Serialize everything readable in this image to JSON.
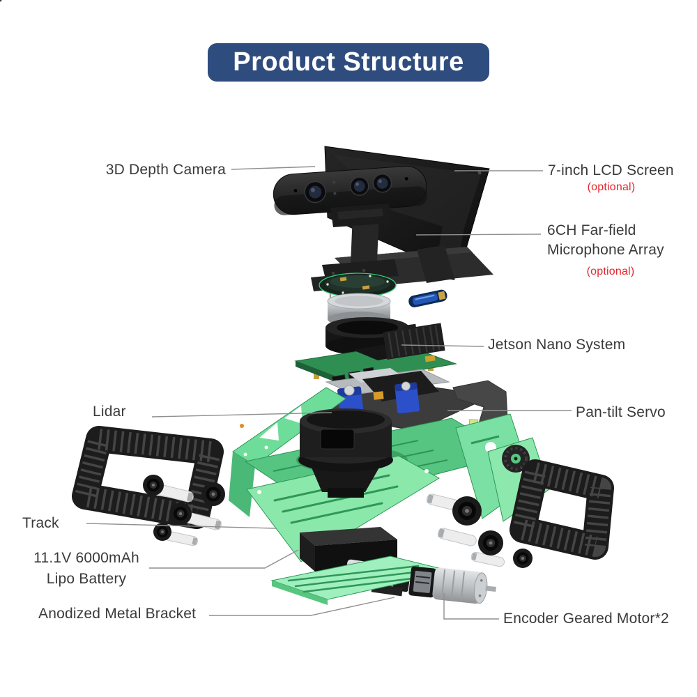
{
  "title": "Product Structure",
  "colors": {
    "title_bg": "#2F4C7E",
    "title_text": "#FFFFFF",
    "label_text": "#3A3A3A",
    "optional_red": "#E5262C",
    "leader_line": "#8F8F8F",
    "chassis_green": "#8BE8AB",
    "chassis_green_dark": "#2F9757",
    "part_black": "#1D1D1D",
    "servo_blue": "#2B50C9",
    "roller_white": "#EDEDEE",
    "motor_silver": "#C9CCCE"
  },
  "labels": {
    "depth_camera": {
      "text": "3D Depth Camera"
    },
    "lcd_screen": {
      "text": "7-inch LCD Screen",
      "note": "(optional)"
    },
    "mic_array": {
      "line1": "6CH Far-field",
      "line2": "Microphone Array",
      "note": "(optional)"
    },
    "jetson": {
      "text": "Jetson Nano System"
    },
    "lidar": {
      "text": "Lidar"
    },
    "pan_tilt": {
      "text": "Pan-tilt Servo"
    },
    "track": {
      "text": "Track"
    },
    "battery": {
      "line1": "11.1V 6000mAh",
      "line2": "Lipo Battery"
    },
    "bracket": {
      "text": "Anodized Metal Bracket"
    },
    "motor": {
      "text": "Encoder Geared Motor*2"
    }
  }
}
